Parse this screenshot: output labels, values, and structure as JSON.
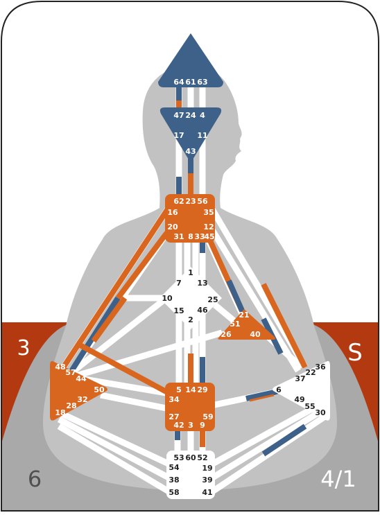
{
  "corners": {
    "top_left": "3",
    "top_right": "S",
    "bottom_left": "6",
    "bottom_right": "4/1"
  },
  "colors": {
    "orange": "#d9661f",
    "navy": "#3e6189",
    "red_band": "#b33a10",
    "grey_body": "#c2c2c2",
    "grey_dark": "#a9a9a9"
  },
  "centers": {
    "head": {
      "color": "navy",
      "gates": [
        "64",
        "61",
        "63"
      ]
    },
    "ajna": {
      "color": "navy",
      "gates": [
        "47",
        "24",
        "4",
        "17",
        "11",
        "43"
      ]
    },
    "throat": {
      "color": "orange",
      "gates": [
        "62",
        "23",
        "56",
        "16",
        "35",
        "20",
        "12",
        "31",
        "8",
        "33",
        "45"
      ]
    },
    "g_center": {
      "color": "white",
      "gates": [
        "1",
        "7",
        "13",
        "10",
        "25",
        "15",
        "46",
        "2"
      ]
    },
    "heart": {
      "color": "orange",
      "gates": [
        "21",
        "51",
        "26",
        "40"
      ]
    },
    "spleen": {
      "color": "orange",
      "gates": [
        "48",
        "57",
        "44",
        "50",
        "32",
        "28",
        "18"
      ]
    },
    "solar_plexus": {
      "color": "white",
      "gates": [
        "36",
        "37",
        "22",
        "6",
        "49",
        "55",
        "30"
      ]
    },
    "sacral": {
      "color": "orange",
      "gates": [
        "5",
        "14",
        "29",
        "34",
        "27",
        "59",
        "42",
        "3",
        "9"
      ]
    },
    "root": {
      "color": "white",
      "gates": [
        "53",
        "60",
        "52",
        "54",
        "19",
        "38",
        "39",
        "58",
        "41"
      ]
    }
  }
}
